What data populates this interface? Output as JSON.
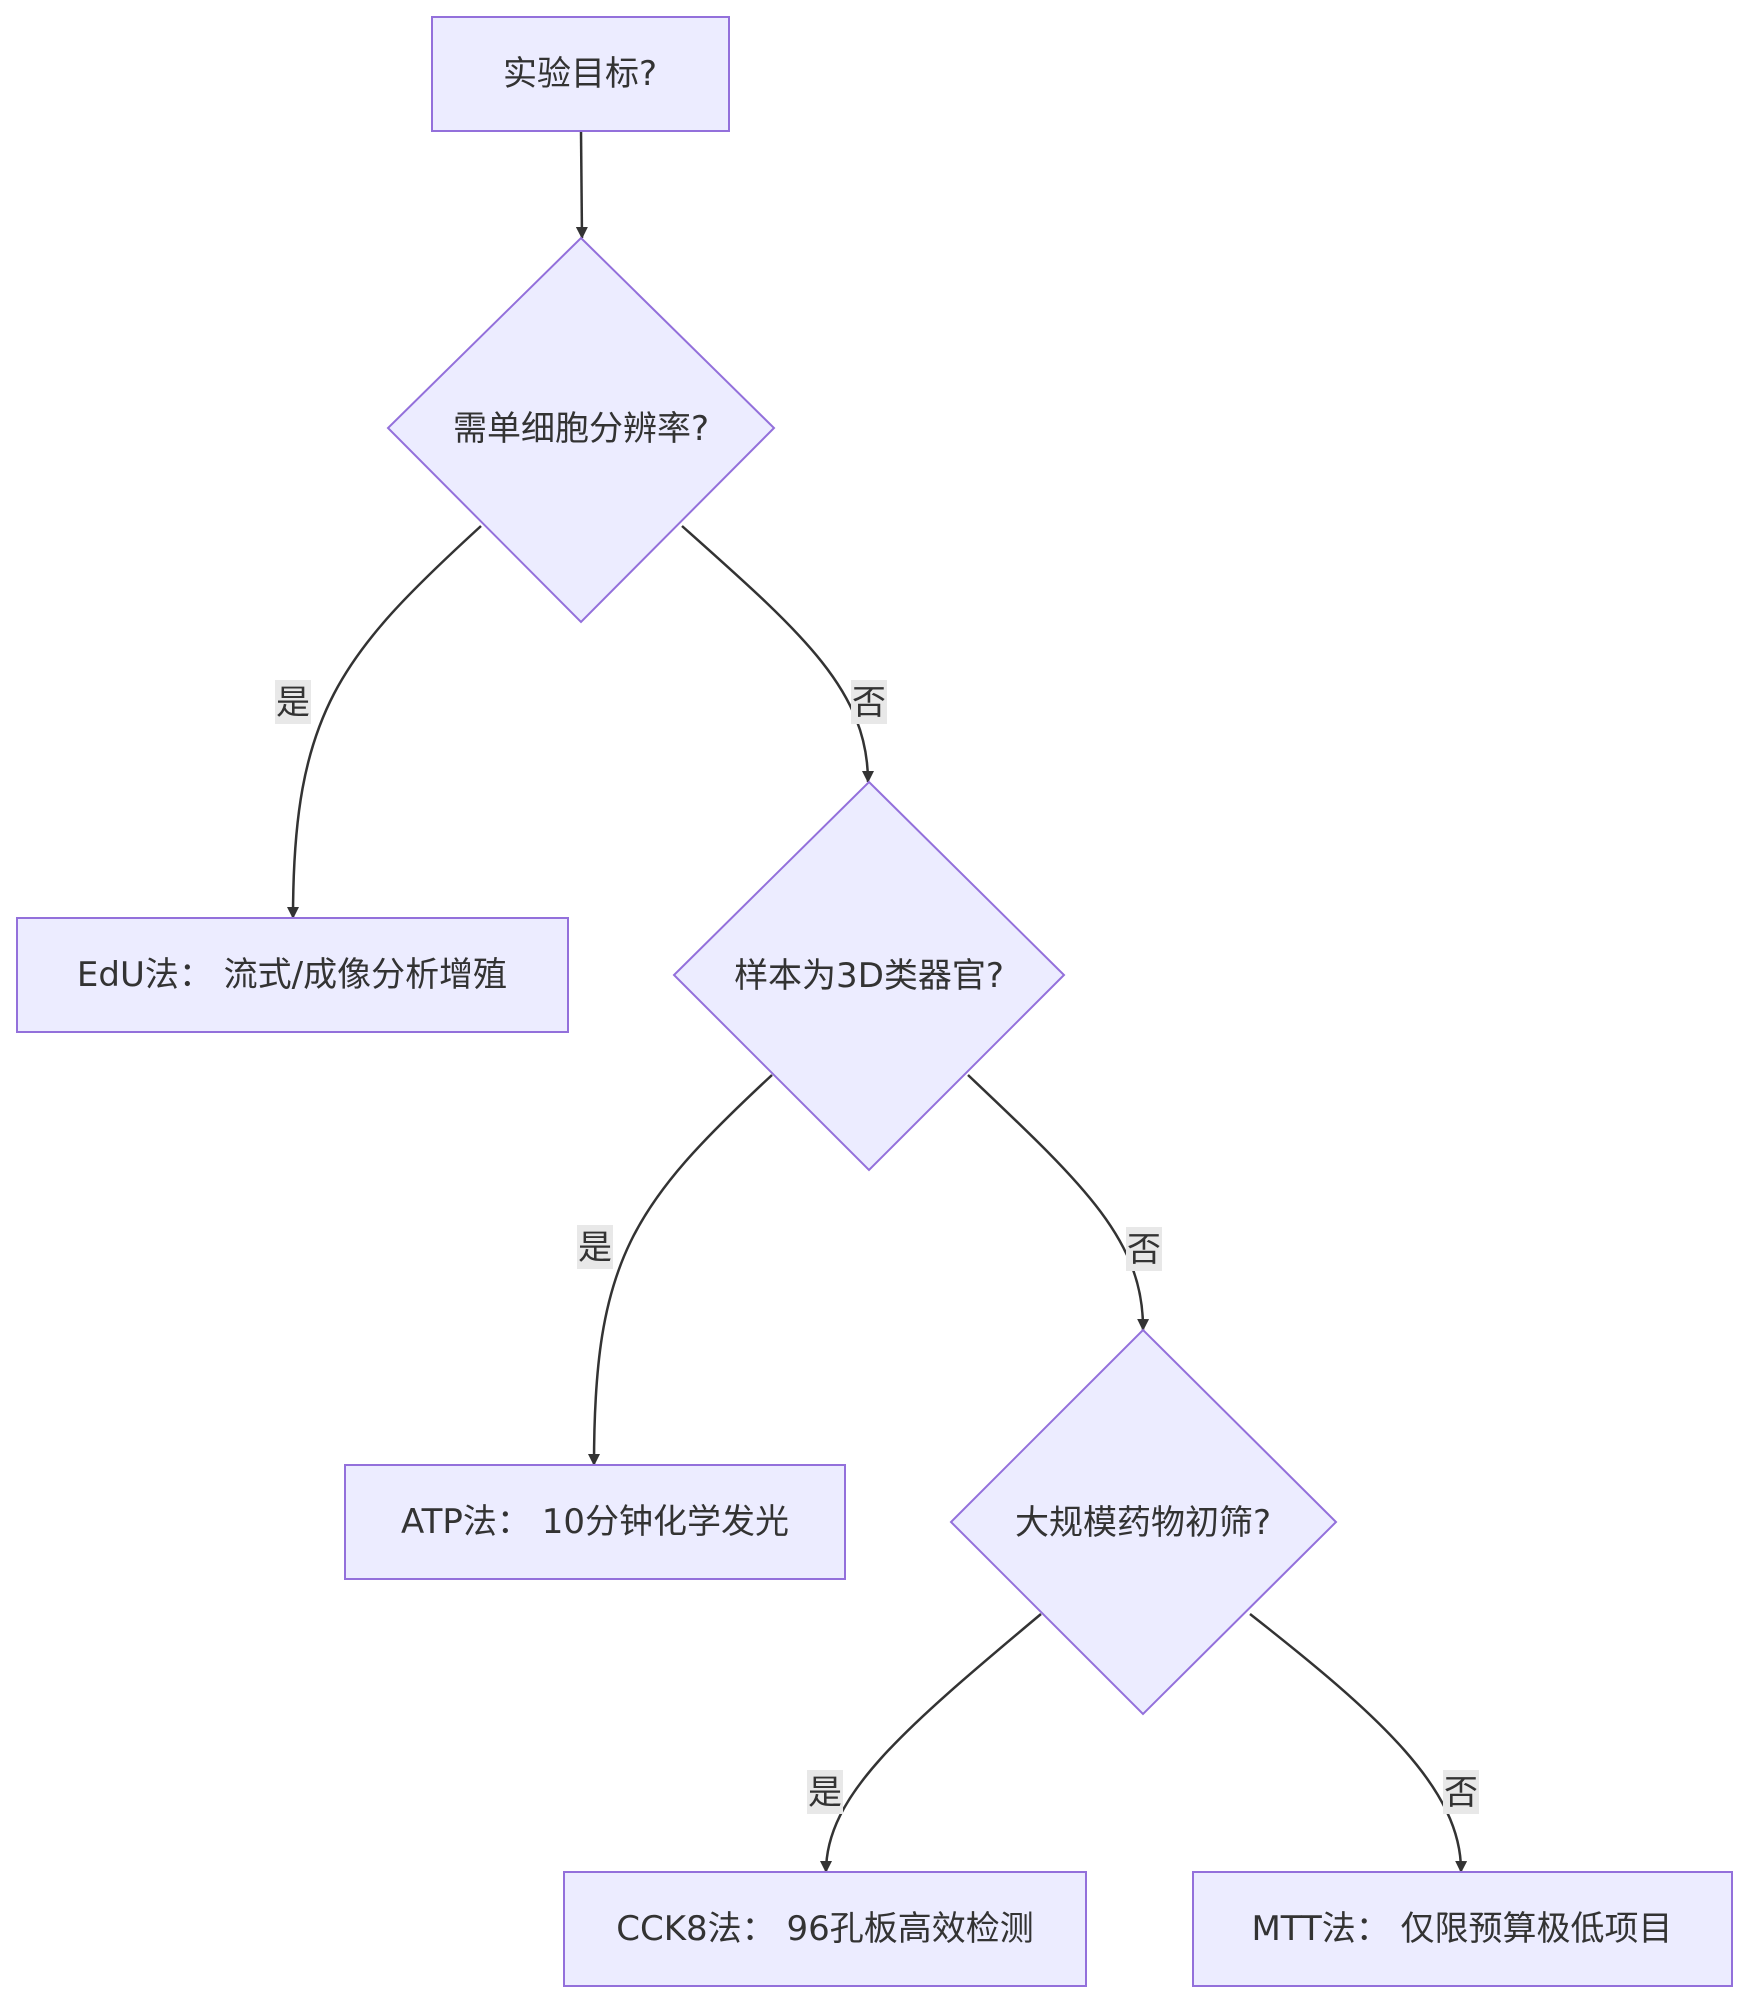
{
  "colors": {
    "node_fill": "#ECECFF",
    "node_stroke": "#9370DB",
    "edge": "#333333",
    "label_bg": "#E8E8E8"
  },
  "nodes": {
    "start": "实验目标?",
    "q_single_cell": "需单细胞分辨率?",
    "edu": "EdU法： 流式/成像分析增殖",
    "q_organoid": "样本为3D类器官?",
    "atp": "ATP法： 10分钟化学发光",
    "q_screening": "大规模药物初筛?",
    "cck8": "CCK8法： 96孔板高效检测",
    "mtt": "MTT法： 仅限预算极低项目"
  },
  "edge_labels": {
    "yes": "是",
    "no": "否"
  }
}
